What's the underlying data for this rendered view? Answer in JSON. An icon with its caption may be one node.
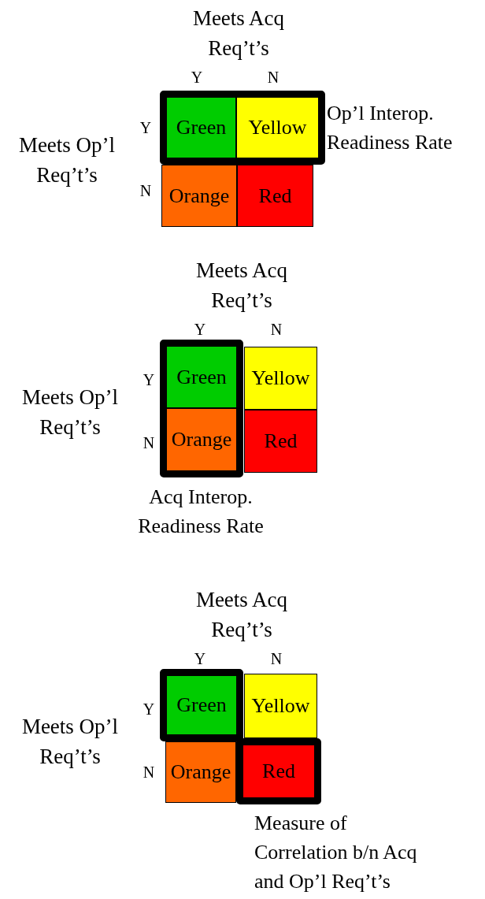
{
  "diagram": {
    "nodes": [
      {
        "text": [],
        "shape": "box",
        "beside": [
          "Op’l Interop. Readiness Rate"
        ]
      },
      {
        "text": [
          "Green"
        ],
        "in": 0
      },
      {
        "text": [
          "Yellow"
        ],
        "in": 0
      },
      {
        "text": [
          "Orange"
        ]
      },
      {
        "text": [
          "Red"
        ]
      },
      {
        "text": [],
        "shape": "box",
        "beside": [
          "Acq Interop. Readiness Rate"
        ]
      },
      {
        "text": [
          "Green"
        ],
        "in": 5
      },
      {
        "text": [
          "Orange"
        ],
        "in": 5
      },
      {
        "text": [
          "Yellow"
        ]
      },
      {
        "text": [
          "Red"
        ]
      },
      {
        "text": [],
        "shape": "box"
      },
      {
        "text": [
          "Green"
        ],
        "in": 10
      },
      {
        "text": [
          "Yellow"
        ]
      },
      {
        "text": [
          "Orange"
        ]
      },
      {
        "text": [],
        "shape": "box",
        "beside": [
          "Measure of Correlation b/n Acq and Op’l Req’t’s"
        ]
      },
      {
        "text": [
          "Red"
        ],
        "in": 14
      }
    ],
    "labels": [
      "Meets Acq Req’t’s",
      "Y",
      "N",
      "Y",
      "Meets Op’l Req’t’s",
      "N",
      "Meets Acq Req’t’s",
      "Y",
      "N",
      "Y",
      "Meets Op’l Req’t’s",
      "N",
      "Meets Acq Req’t’s",
      "Y",
      "N",
      "Y",
      "Meets Op’l Req’t’s",
      "N"
    ]
  }
}
